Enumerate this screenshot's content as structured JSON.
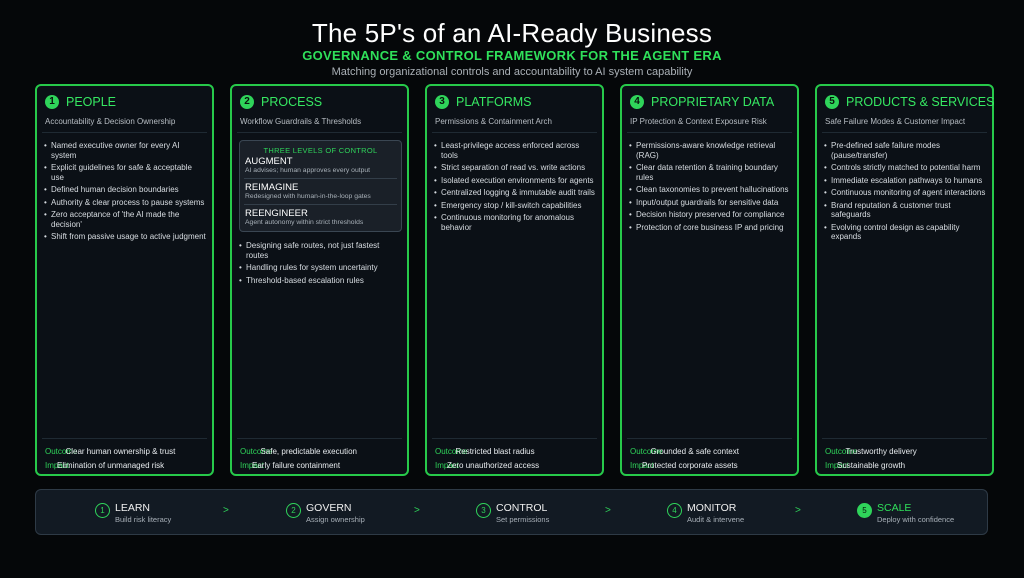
{
  "header": {
    "title": "The 5P's of an AI-Ready Business",
    "subtitle": "GOVERNANCE & CONTROL FRAMEWORK FOR THE AGENT ERA",
    "tagline": "Matching organizational controls and accountability to AI system capability"
  },
  "colors": {
    "accent": "#2fd45a",
    "background": "#050709",
    "card": "#0b1016"
  },
  "labels": {
    "outcome": "Outcome",
    "impact": "Impact"
  },
  "pillars": [
    {
      "num": "1",
      "title": "PEOPLE",
      "subtitle": "Accountability & Decision Ownership",
      "items": [
        "Named executive owner for every AI system",
        "Explicit guidelines for safe & acceptable use",
        "Defined human decision boundaries",
        "Authority & clear process to pause systems",
        "Zero acceptance of 'the AI made the decision'",
        "Shift from passive usage to active judgment"
      ],
      "outcome": "Clear human ownership & trust",
      "impact": "Elimination of unmanaged risk"
    },
    {
      "num": "2",
      "title": "PROCESS",
      "subtitle": "Workflow Guardrails & Thresholds",
      "levels_title": "THREE LEVELS OF CONTROL",
      "levels": [
        {
          "name": "AUGMENT",
          "desc": "AI advises; human approves every output"
        },
        {
          "name": "REIMAGINE",
          "desc": "Redesigned with human-in-the-loop gates"
        },
        {
          "name": "REENGINEER",
          "desc": "Agent autonomy within strict thresholds"
        }
      ],
      "items": [
        "Designing safe routes, not just fastest routes",
        "Handling rules for system uncertainty",
        "Threshold-based escalation rules"
      ],
      "outcome": "Safe, predictable execution",
      "impact": "Early failure containment"
    },
    {
      "num": "3",
      "title": "PLATFORMS",
      "subtitle": "Permissions & Containment Arch",
      "items": [
        "Least-privilege access enforced across tools",
        "Strict separation of read vs. write actions",
        "Isolated execution environments for agents",
        "Centralized logging & immutable audit trails",
        "Emergency stop / kill-switch capabilities",
        "Continuous monitoring for anomalous behavior"
      ],
      "outcome": "Restricted blast radius",
      "impact": "Zero unauthorized access"
    },
    {
      "num": "4",
      "title": "PROPRIETARY DATA",
      "subtitle": "IP Protection & Context Exposure Risk",
      "items": [
        "Permissions-aware knowledge retrieval (RAG)",
        "Clear data retention & training boundary rules",
        "Clean taxonomies to prevent hallucinations",
        "Input/output guardrails for sensitive data",
        "Decision history preserved for compliance",
        "Protection of core business IP and pricing"
      ],
      "outcome": "Grounded & safe context",
      "impact": "Protected corporate assets"
    },
    {
      "num": "5",
      "title": "PRODUCTS & SERVICES",
      "subtitle": "Safe Failure Modes & Customer Impact",
      "items": [
        "Pre-defined safe failure modes (pause/transfer)",
        "Controls strictly matched to potential harm",
        "Immediate escalation pathways to humans",
        "Continuous monitoring of agent interactions",
        "Brand reputation & customer trust safeguards",
        "Evolving control design as capability expands"
      ],
      "outcome": "Trustworthy delivery",
      "impact": "Sustainable growth"
    }
  ],
  "steps": [
    {
      "num": "1",
      "name": "LEARN",
      "desc": "Build risk literacy"
    },
    {
      "num": "2",
      "name": "GOVERN",
      "desc": "Assign ownership"
    },
    {
      "num": "3",
      "name": "CONTROL",
      "desc": "Set permissions"
    },
    {
      "num": "4",
      "name": "MONITOR",
      "desc": "Audit & intervene"
    },
    {
      "num": "5",
      "name": "SCALE",
      "desc": "Deploy with confidence"
    }
  ],
  "arrow": ">"
}
